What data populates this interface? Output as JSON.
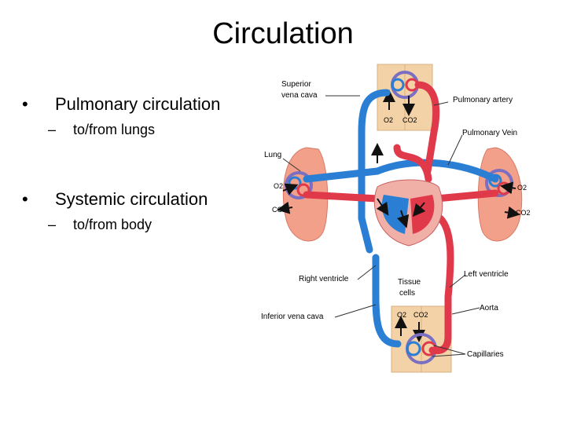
{
  "slide": {
    "title": "Circulation",
    "bullets": [
      {
        "label": "Pulmonary circulation",
        "sub": "to/from lungs"
      },
      {
        "label": "Systemic circulation",
        "sub": "to/from body"
      }
    ],
    "bullet_glyph": "•",
    "dash_glyph": "–"
  },
  "diagram": {
    "labels": {
      "superior_vena_cava_line1": "Superior",
      "superior_vena_cava_line2": "vena cava",
      "pulmonary_artery": "Pulmonary artery",
      "pulmonary_vein": "Pulmonary Vein",
      "lung": "Lung",
      "right_ventricle": "Right ventricle",
      "left_ventricle": "Left ventricle",
      "tissue_cells_line1": "Tissue",
      "tissue_cells_line2": "cells",
      "aorta": "Aorta",
      "inferior_vena_cava": "Inferior vena cava",
      "capillaries": "Capillaries"
    },
    "gas_labels": {
      "o2": "O2",
      "co2": "CO2"
    },
    "colors": {
      "vein_blue": "#2a7fd4",
      "artery_red": "#e0394a",
      "lung_tissue": "#f2a08a",
      "tissue_box": "#f3d2a8"
    }
  }
}
